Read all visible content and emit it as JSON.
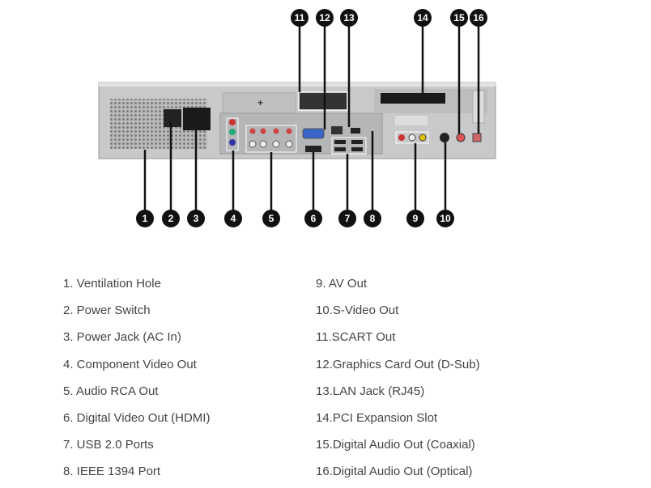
{
  "callouts": {
    "top": [
      "11",
      "12",
      "13",
      "14",
      "15",
      "16"
    ],
    "bottom": [
      "1",
      "2",
      "3",
      "4",
      "5",
      "6",
      "7",
      "8",
      "9",
      "10"
    ]
  },
  "legend": {
    "left": [
      "1. Ventilation Hole",
      "2. Power Switch",
      "3. Power Jack (AC In)",
      "4. Component Video Out",
      "5. Audio RCA Out",
      "6. Digital Video Out (HDMI)",
      "7. USB 2.0 Ports",
      "8. IEEE 1394 Port"
    ],
    "right": [
      "9.  AV Out",
      "10.S-Video Out",
      "11.SCART Out",
      "12.Graphics Card Out (D-Sub)",
      "13.LAN Jack (RJ45)",
      "14.PCI Expansion Slot",
      "15.Digital Audio Out (Coaxial)",
      "16.Digital Audio Out (Optical)"
    ]
  },
  "colors": {
    "callout": "#111111",
    "chassis": "#c8c9cb",
    "text": "#444444"
  }
}
